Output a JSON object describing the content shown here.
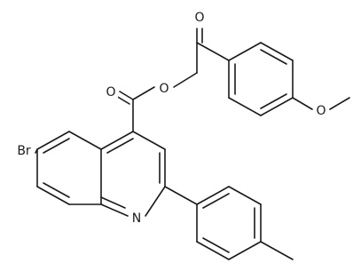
{
  "molecule": {
    "atom_labels": {
      "carbonyl_oxygen_top": "O",
      "carbonyl_oxygen_ester": "O",
      "ester_oxygen": "O",
      "methoxy_oxygen": "O",
      "bromine": "Br",
      "ring_nitrogen": "N"
    },
    "colors": {
      "bond": "#1a1a1a",
      "label": "#1a1a1a",
      "background": "#ffffff"
    }
  }
}
